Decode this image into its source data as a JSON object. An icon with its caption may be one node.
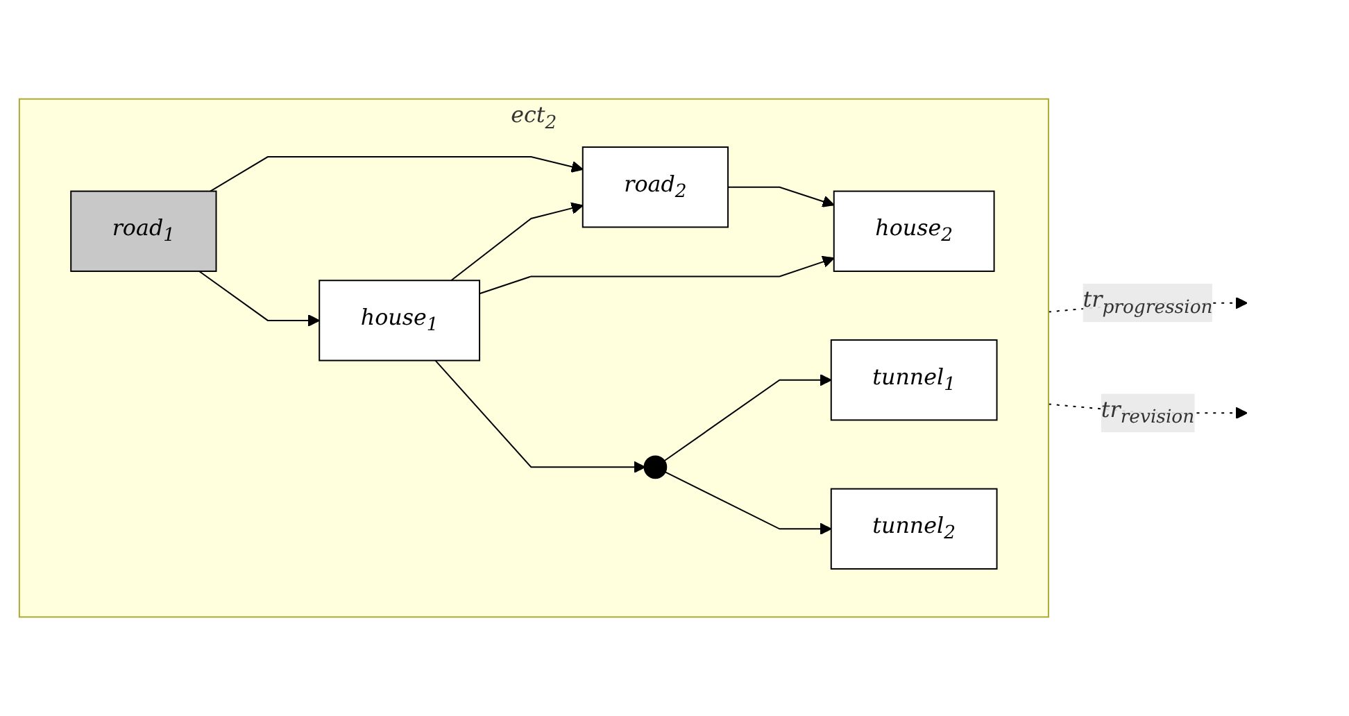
{
  "diagram": {
    "nodes": [
      {
        "text": [
          "ect$_{2}$"
        ]
      },
      {
        "text": [
          "road$_{1}$"
        ],
        "in": 0
      },
      {
        "text": [
          "road$_{2}$"
        ],
        "in": 0
      },
      {
        "text": [
          "house$_{1}$"
        ],
        "in": 0
      },
      {
        "text": [
          "house$_{2}$"
        ],
        "in": 0
      },
      {
        "text": [],
        "shape": "circle",
        "in": 0
      },
      {
        "text": [
          "tunnel$_{1}$"
        ],
        "in": 0
      },
      {
        "text": [
          "tunnel$_{2}$"
        ],
        "in": 0
      }
    ],
    "edges": [
      {
        "from": 1,
        "to": 2,
        "arrow": "to"
      },
      {
        "from": 1,
        "to": 3,
        "arrow": "to"
      },
      {
        "from": 3,
        "to": 2,
        "arrow": "to"
      },
      {
        "from": 3,
        "to": 4,
        "arrow": "to"
      },
      {
        "from": 2,
        "to": 4,
        "arrow": "to"
      },
      {
        "from": 3,
        "to": 5,
        "arrow": "to"
      },
      {
        "from": 5,
        "to": 6,
        "arrow": "to"
      },
      {
        "from": 5,
        "to": 7,
        "arrow": "to"
      },
      {
        "from": 0,
        "to": null,
        "arrow": "to",
        "label": "tr$_{progression}$",
        "style": "dashed"
      },
      {
        "from": 0,
        "to": null,
        "arrow": "to",
        "label": "tr$_{revision}$",
        "style": "dashed"
      }
    ]
  }
}
